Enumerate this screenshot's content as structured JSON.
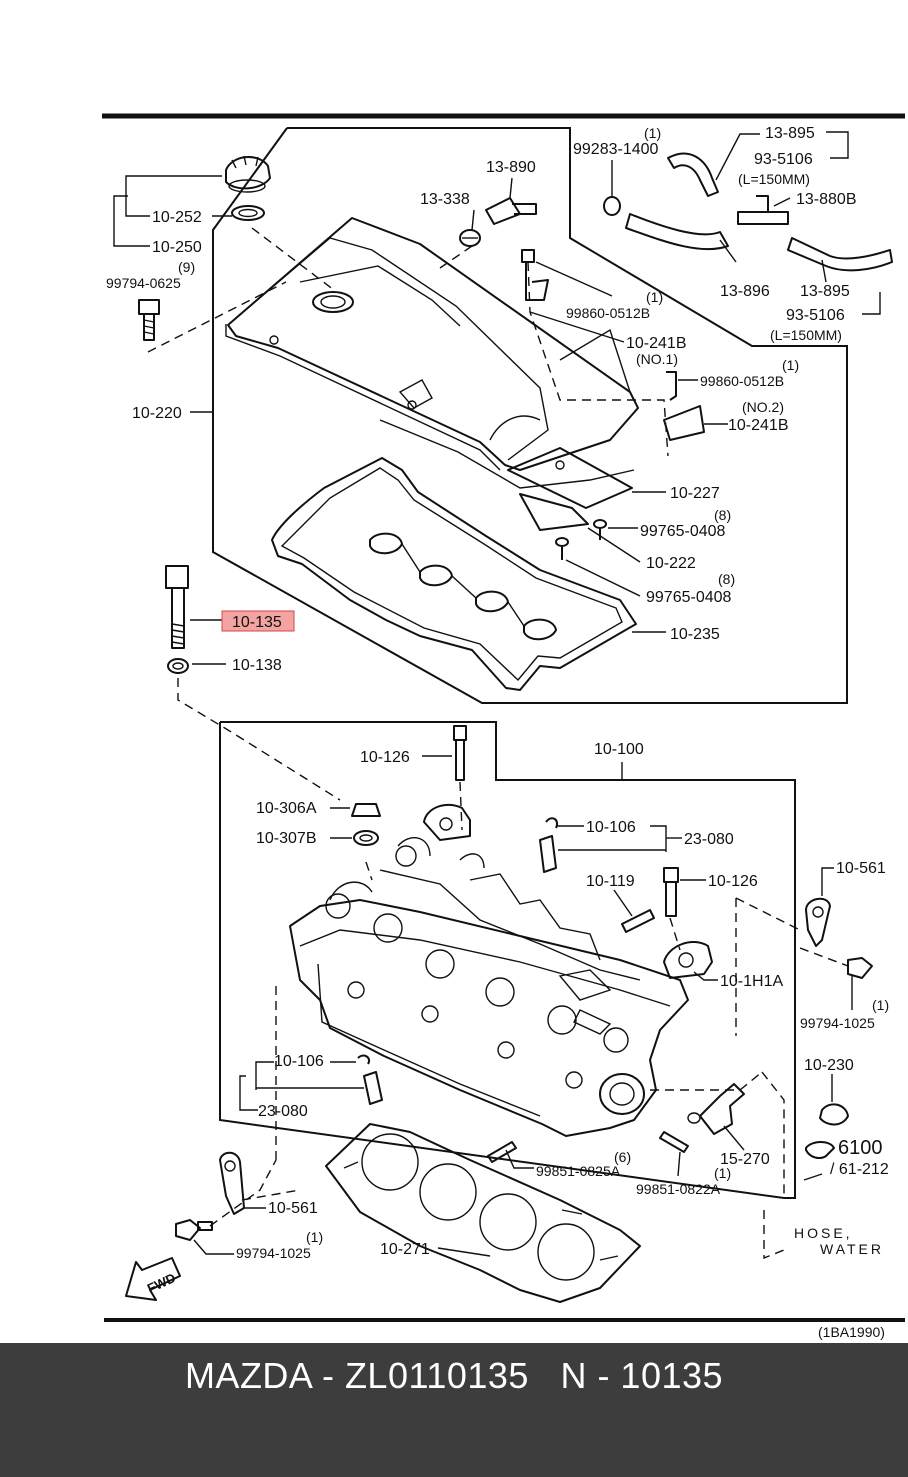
{
  "callouts": {
    "c_13_895_top": "13-895",
    "c_93_5106_top": "93-5106",
    "c_l150_top": "(L=150MM)",
    "c_99283": "99283-1400",
    "c_99283_qty": "(1)",
    "c_13_890": "13-890",
    "c_13_338": "13-338",
    "c_13_880b": "13-880B",
    "c_10_252": "10-252",
    "c_10_250": "10-250",
    "c_99794_0625": "99794-0625",
    "c_99794_0625_qty": "(9)",
    "c_13_896": "13-896",
    "c_13_895_bot": "13-895",
    "c_93_5106_bot": "93-5106",
    "c_l150_bot": "(L=150MM)",
    "c_99860_a": "99860-0512B",
    "c_99860_a_qty": "(1)",
    "c_10_241b_a": "10-241B",
    "c_no1": "(NO.1)",
    "c_99860_b": "99860-0512B",
    "c_99860_b_qty": "(1)",
    "c_no2": "(NO.2)",
    "c_10_241b_b": "10-241B",
    "c_10_220": "10-220",
    "c_10_227": "10-227",
    "c_99765_a_qty": "(8)",
    "c_99765_a": "99765-0408",
    "c_10_222": "10-222",
    "c_99765_b_qty": "(8)",
    "c_99765_b": "99765-0408",
    "c_10_235": "10-235",
    "c_10_135": "10-135",
    "c_10_138": "10-138",
    "c_10_100": "10-100",
    "c_10_126_a": "10-126",
    "c_10_306a": "10-306A",
    "c_10_307b": "10-307B",
    "c_10_106_a": "10-106",
    "c_23_080_a": "23-080",
    "c_10_119": "10-119",
    "c_10_126_b": "10-126",
    "c_10_561_a": "10-561",
    "c_10_1h1a": "10-1H1A",
    "c_99794_1025_a_qty": "(1)",
    "c_99794_1025_a": "99794-1025",
    "c_10_106_b": "10-106",
    "c_23_080_b": "23-080",
    "c_10_230": "10-230",
    "c_6100": "6100",
    "c_61_212": "/ 61-212",
    "c_15_270": "15-270",
    "c_99851_0825a_qty": "(6)",
    "c_99851_0825a": "99851-0825A",
    "c_99851_0822a_qty": "(1)",
    "c_99851_0822a": "99851-0822A",
    "c_10_561_b": "10-561",
    "c_99794_1025_b_qty": "(1)",
    "c_99794_1025_b": "99794-1025",
    "c_10_271": "10-271",
    "c_hose": "HOSE,",
    "c_water": "WATER",
    "c_fwd": "FWD",
    "c_ref": "(1BA1990)"
  },
  "highlight": {
    "part": "10-135",
    "color": "#f4a3a3"
  },
  "footer": {
    "caption": "MAZDA - ZL0110135   N - 10135",
    "background": "#3d3d3d",
    "text_color": "#ffffff"
  }
}
